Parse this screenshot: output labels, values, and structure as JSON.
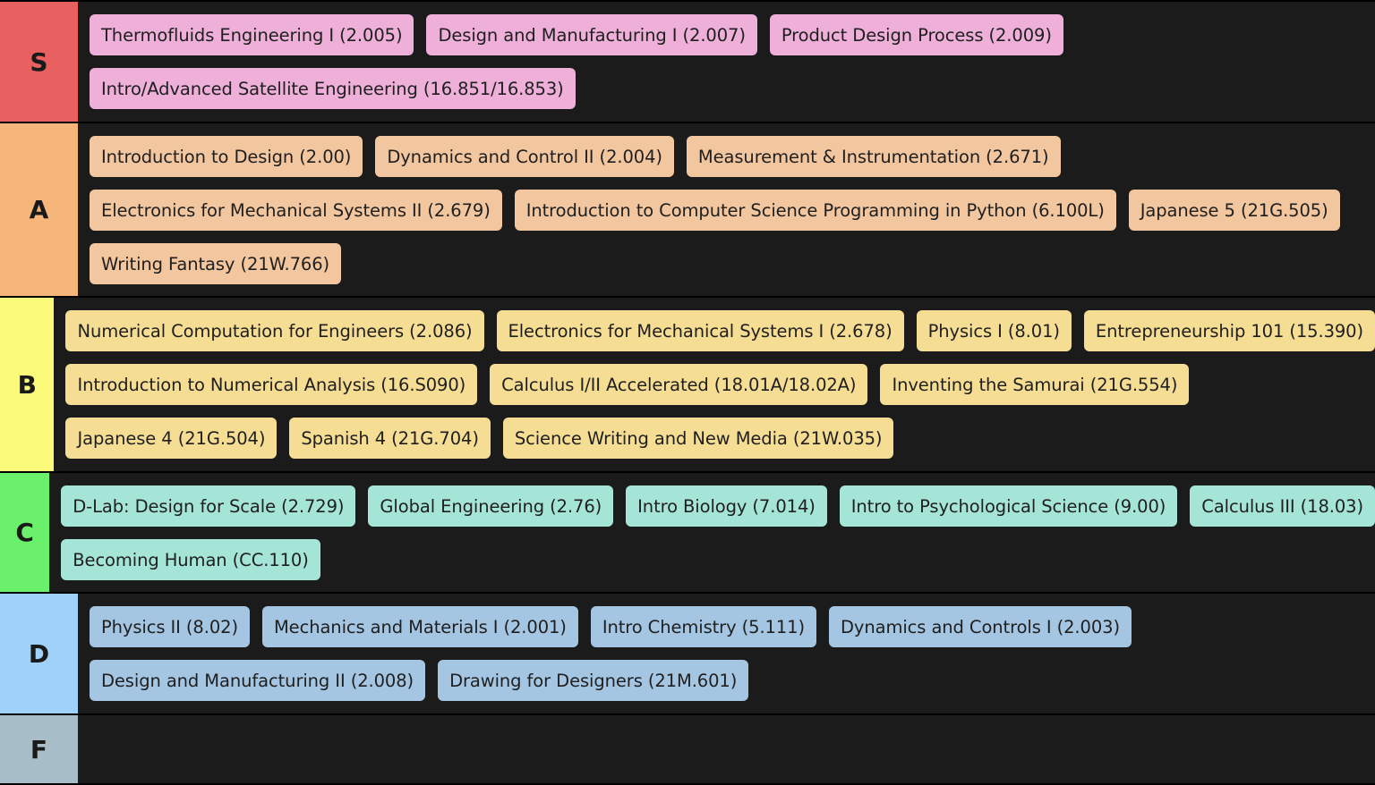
{
  "tiers": [
    {
      "label": "S",
      "label_color": "#e8605f",
      "item_color": "#eeafd9",
      "lines": [
        [
          "Thermofluids Engineering I (2.005)",
          "Design and Manufacturing I (2.007)",
          "Product Design Process (2.009)"
        ],
        [
          "Intro/Advanced Satellite Engineering (16.851/16.853)"
        ]
      ]
    },
    {
      "label": "A",
      "label_color": "#f7b679",
      "item_color": "#f2c69e",
      "lines": [
        [
          "Introduction to Design (2.00)",
          "Dynamics and Control II (2.004)",
          "Measurement & Instrumentation (2.671)"
        ],
        [
          "Electronics for Mechanical Systems II (2.679)",
          "Introduction to Computer Science Programming in Python (6.100L)",
          "Japanese 5 (21G.505)"
        ],
        [
          "Writing Fantasy (21W.766)"
        ]
      ]
    },
    {
      "label": "B",
      "label_color": "#fbfa7a",
      "item_color": "#f6dd94",
      "lines": [
        [
          "Numerical Computation for Engineers (2.086)",
          "Electronics for Mechanical Systems I (2.678)",
          "Physics I (8.01)",
          "Entrepreneurship 101 (15.390)"
        ],
        [
          "Introduction to Numerical Analysis (16.S090)",
          "Calculus I/II Accelerated (18.01A/18.02A)",
          "Inventing the Samurai (21G.554)"
        ],
        [
          "Japanese 4 (21G.504)",
          "Spanish 4 (21G.704)",
          "Science Writing and New Media (21W.035)"
        ]
      ]
    },
    {
      "label": "C",
      "label_color": "#6af06b",
      "item_color": "#a5e5d8",
      "lines": [
        [
          "D-Lab: Design for Scale (2.729)",
          "Global Engineering (2.76)",
          "Intro Biology (7.014)",
          "Intro to Psychological Science (9.00)",
          "Calculus III (18.03)"
        ],
        [
          "Becoming Human (CC.110)"
        ]
      ]
    },
    {
      "label": "D",
      "label_color": "#9fd1f9",
      "item_color": "#a5c6e3",
      "lines": [
        [
          "Physics II (8.02)",
          "Mechanics and Materials I (2.001)",
          "Intro Chemistry (5.111)",
          "Dynamics and Controls I (2.003)"
        ],
        [
          "Design and Manufacturing II (2.008)",
          "Drawing for Designers (21M.601)"
        ]
      ]
    },
    {
      "label": "F",
      "label_color": "#a7bec8",
      "item_color": "#a7bec8",
      "lines": []
    }
  ]
}
